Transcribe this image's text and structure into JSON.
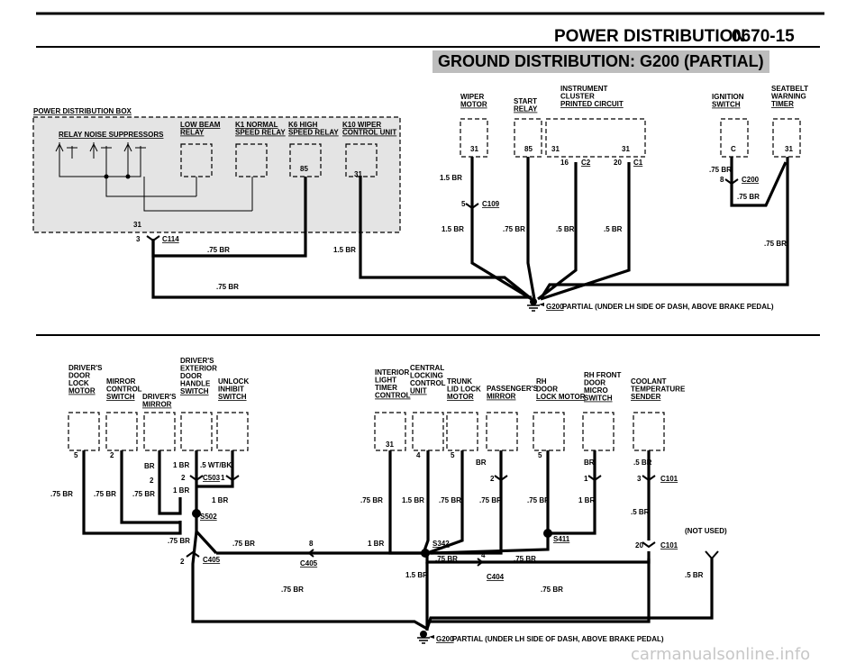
{
  "header": {
    "section": "POWER DISTRIBUTION",
    "page_no": "0670-15"
  },
  "banner": "GROUND DISTRIBUTION: G200 (PARTIAL)",
  "top": {
    "box_title": "POWER DISTRIBUTION BOX",
    "relay_noise": "RELAY NOISE SUPPRESSORS",
    "comps": [
      [
        "LOW BEAM",
        "RELAY"
      ],
      [
        "K1 NORMAL",
        "SPEED RELAY"
      ],
      [
        "K6 HIGH",
        "SPEED RELAY"
      ],
      [
        "K10 WIPER",
        "CONTROL UNIT"
      ]
    ],
    "right_comps": [
      [
        "WIPER",
        "MOTOR"
      ],
      [
        "START",
        "RELAY"
      ],
      [
        "INSTRUMENT",
        "CLUSTER",
        "PRINTED CIRCUIT"
      ],
      [
        "IGNITION",
        "SWITCH"
      ],
      [
        "SEATBELT",
        "WARNING",
        "TIMER"
      ]
    ],
    "pins": {
      "p85a": "85",
      "p31a": "31",
      "p31b": "31",
      "p31w": "31",
      "p85s": "85",
      "p31c1": "31",
      "p31c2": "31",
      "p16": "16",
      "p20": "20",
      "pc2": "C2",
      "pc1": "C1",
      "pc": "C",
      "p31t": "31",
      "p3": "3",
      "p5": "5",
      "p8": "8"
    },
    "conn": {
      "c114": "C114",
      "c109": "C109",
      "c200": "C200"
    },
    "wires": {
      "w1": ".75 BR",
      "w2": "1.5 BR",
      "w3": ".75 BR",
      "w4": "1.5 BR",
      "w5": "1.5 BR",
      "w6": ".75 BR",
      "w7": ".5 BR",
      "w8": ".5 BR",
      "w9": ".75 BR",
      "w10": ".75 BR",
      "w11": ".75 BR"
    },
    "ground": "G200",
    "ground_note": "PARTIAL (UNDER LH SIDE OF DASH, ABOVE BRAKE PEDAL)"
  },
  "bottom": {
    "comps": [
      [
        "DRIVER'S",
        "DOOR",
        "LOCK",
        "MOTOR"
      ],
      [
        "MIRROR",
        "CONTROL",
        "SWITCH"
      ],
      [
        "DRIVER'S",
        "MIRROR"
      ],
      [
        "DRIVER'S",
        "EXTERIOR",
        "DOOR",
        "HANDLE",
        "SWITCH"
      ],
      [
        "UNLOCK",
        "INHIBIT",
        "SWITCH"
      ],
      [
        "INTERIOR",
        "LIGHT",
        "TIMER",
        "CONTROL"
      ],
      [
        "CENTRAL",
        "LOCKING",
        "CONTROL",
        "UNIT"
      ],
      [
        "TRUNK",
        "LID LOCK",
        "MOTOR"
      ],
      [
        "PASSENGER'S",
        "MIRROR"
      ],
      [
        "RH",
        "DOOR",
        "LOCK MOTOR"
      ],
      [
        "RH FRONT",
        "DOOR",
        "MICRO",
        "SWITCH"
      ],
      [
        "COOLANT",
        "TEMPERATURE",
        "SENDER"
      ]
    ],
    "pins": {
      "p5": "5",
      "p2": "2",
      "p2b": "2",
      "p2c": "2",
      "p1": "1",
      "p31": "31",
      "p4": "4",
      "p5b": "5",
      "p5c": "5",
      "p2d": "2",
      "p1b": "1",
      "p3": "3",
      "p20": "20",
      "p8": "8",
      "p2e": "2",
      "p4b": "4"
    },
    "conn": {
      "c503": "C503",
      "s502": "S502",
      "c405a": "C405",
      "c405b": "C405",
      "s342": "S342",
      "c404": "C404",
      "s411": "S411",
      "c101a": "C101",
      "c101b": "C101"
    },
    "wires": {
      "b1": ".75 BR",
      "b2": ".75 BR",
      "b3": ".75 BR",
      "b4": "BR",
      "b5": "1 BR",
      "b6": ".5 WT/BK",
      "b7": "1 BR",
      "b8": "1 BR",
      "b9": ".75 BR",
      "b10": ".75 BR",
      "b11": ".75 BR",
      "b12": "1 BR",
      "b13": ".75 BR",
      "b14": "1.5 BR",
      "b15": ".75 BR",
      "b16": ".75 BR",
      "b17": ".75 BR",
      "b18": "BR",
      "b19": "BR",
      "b20": ".5 BR",
      "b21": "1 BR",
      "b22": ".75 BR",
      "b23": ".75 BR",
      "b24": "1.5 BR",
      "b25": ".75 BR",
      "b26": ".75 BR",
      "b27": ".5 BR",
      "b28": ".5 BR"
    },
    "not_used": "(NOT USED)",
    "ground": "G200",
    "ground_note": "PARTIAL (UNDER LH SIDE OF DASH, ABOVE BRAKE PEDAL)"
  },
  "watermark": "carmanualsonline.info"
}
